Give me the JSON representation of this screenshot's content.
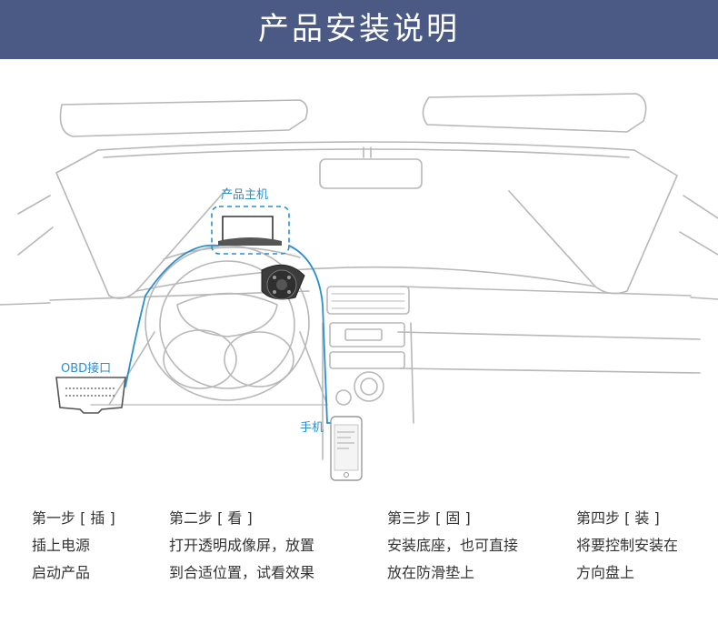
{
  "header": {
    "title": "产品安装说明"
  },
  "callouts": {
    "product": "产品主机",
    "obd": "OBD接口",
    "phone": "手机"
  },
  "steps": [
    {
      "title": "第一步 [ 插 ]",
      "line1": "插上电源",
      "line2": "启动产品"
    },
    {
      "title": "第二步 [ 看 ]",
      "line1": "打开透明成像屏，放置",
      "line2": "到合适位置，试看效果"
    },
    {
      "title": "第三步 [ 固 ]",
      "line1": "安装底座，也可直接",
      "line2": "放在防滑垫上"
    },
    {
      "title": "第四步 [ 装 ]",
      "line1": "将要控制安装在",
      "line2": "方向盘上"
    }
  ],
  "colors": {
    "header_bg": "#4a5a84",
    "accent": "#2a8fcc",
    "line": "#b8b8b8"
  }
}
